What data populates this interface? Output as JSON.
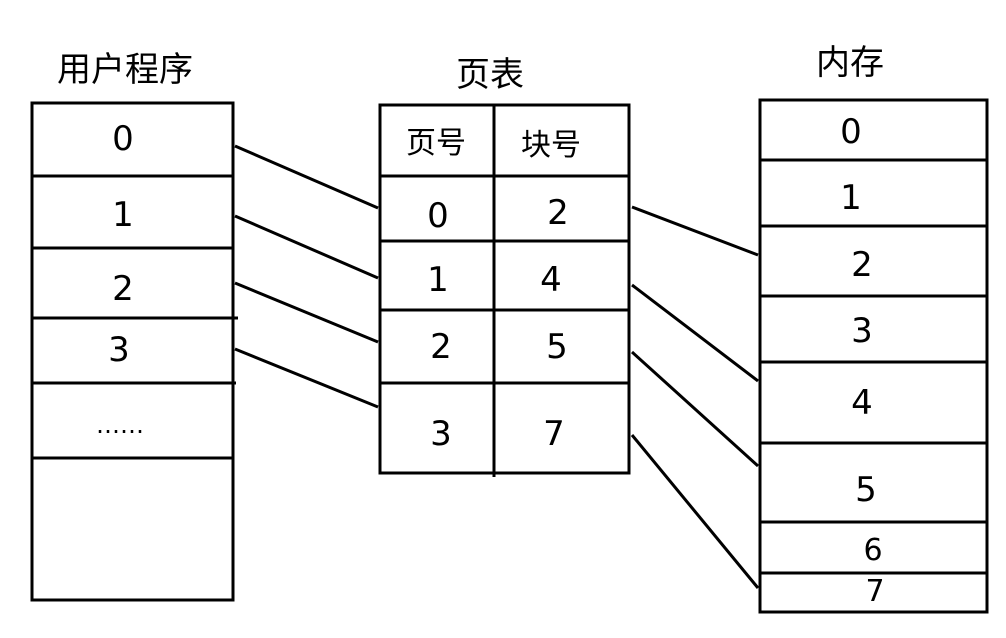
{
  "user_program": {
    "title": "用户程序",
    "rows": [
      "0",
      "1",
      "2",
      "3",
      "……"
    ]
  },
  "page_table": {
    "title": "页表",
    "header_page": "页号",
    "header_block": "块号",
    "rows": [
      {
        "page": "0",
        "block": "2"
      },
      {
        "page": "1",
        "block": "4"
      },
      {
        "page": "2",
        "block": "5"
      },
      {
        "page": "3",
        "block": "7"
      }
    ]
  },
  "memory": {
    "title": "内存",
    "rows": [
      "0",
      "1",
      "2",
      "3",
      "4",
      "5",
      "6",
      "7"
    ]
  }
}
